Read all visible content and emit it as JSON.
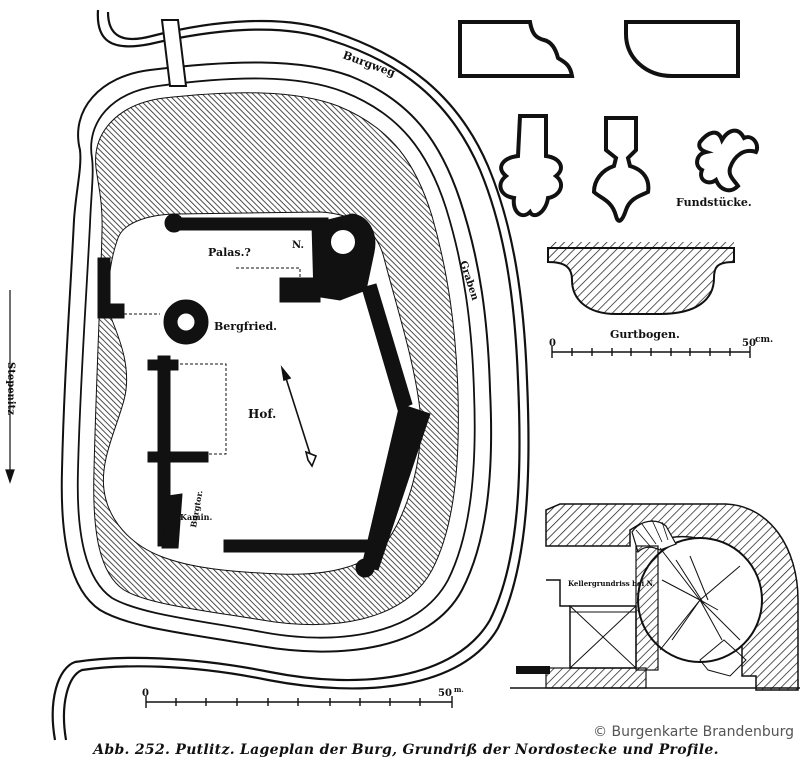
{
  "labels": {
    "burgweg": "Burgweg",
    "graben": "Graben",
    "stepenitz": "Stepenitz",
    "palas": "Palas.?",
    "marker_n": "N.",
    "bergfried": "Bergfried.",
    "hof": "Hof.",
    "kamin": "Kamin.",
    "burgtor": "Burgtor.",
    "fundstuecke": "Fundstücke.",
    "gurtbogen": "Gurtbogen.",
    "kellergrundriss": "Kellergrundriss bei N."
  },
  "scales": {
    "main": {
      "start": "0",
      "end": "50",
      "unit": "m."
    },
    "profile": {
      "start": "0",
      "end": "50",
      "unit": "cm."
    }
  },
  "caption": "Abb. 252. Putlitz. Lageplan der Burg, Grundriß der Nordostecke und Profile.",
  "copyright": "© Burgenkarte Brandenburg"
}
